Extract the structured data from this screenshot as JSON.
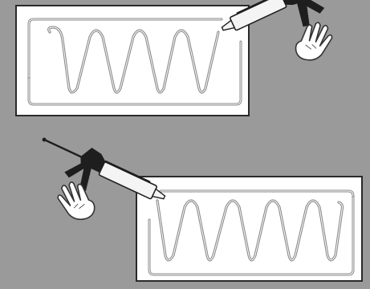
{
  "colors": {
    "background": "#9a9a9a",
    "panel_fill": "#ffffff",
    "panel_border": "#2a2a2a",
    "bead_stroke": "#8a8a8a",
    "gun_dark": "#1e1e1e",
    "gun_body": "#f4f4f4",
    "hand_fill": "#ffffff",
    "hand_stroke": "#333333"
  },
  "scenes": [
    {
      "name": "upper-panel",
      "gun_direction": "from-right",
      "adhesive_pattern": "serpentine-with-perimeter-bead"
    },
    {
      "name": "lower-panel",
      "gun_direction": "from-left",
      "adhesive_pattern": "serpentine-with-perimeter-bead"
    }
  ],
  "icons": [
    "caulking-gun-icon",
    "hand-icon"
  ]
}
